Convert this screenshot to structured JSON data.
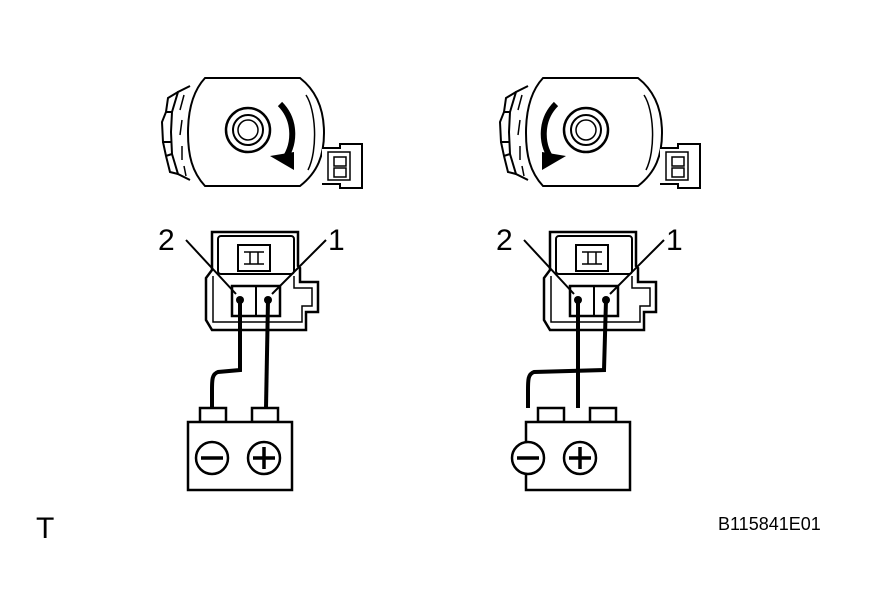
{
  "diagrams": [
    {
      "rotation_direction": "clockwise",
      "pin_labels": {
        "left": "2",
        "right": "1"
      },
      "battery_terminals": {
        "negative": "minus-icon",
        "positive": "plus-icon"
      },
      "wiring": "pin 2 to negative, pin 1 to positive"
    },
    {
      "rotation_direction": "counterclockwise",
      "pin_labels": {
        "left": "2",
        "right": "1"
      },
      "battery_terminals": {
        "negative": "minus-icon",
        "positive": "plus-icon"
      },
      "wiring": "pin 2 to positive, pin 1 to negative"
    }
  ],
  "corner_letter": "T",
  "reference_code": "B115841E01",
  "colors": {
    "line": "#000000",
    "background": "#ffffff"
  }
}
